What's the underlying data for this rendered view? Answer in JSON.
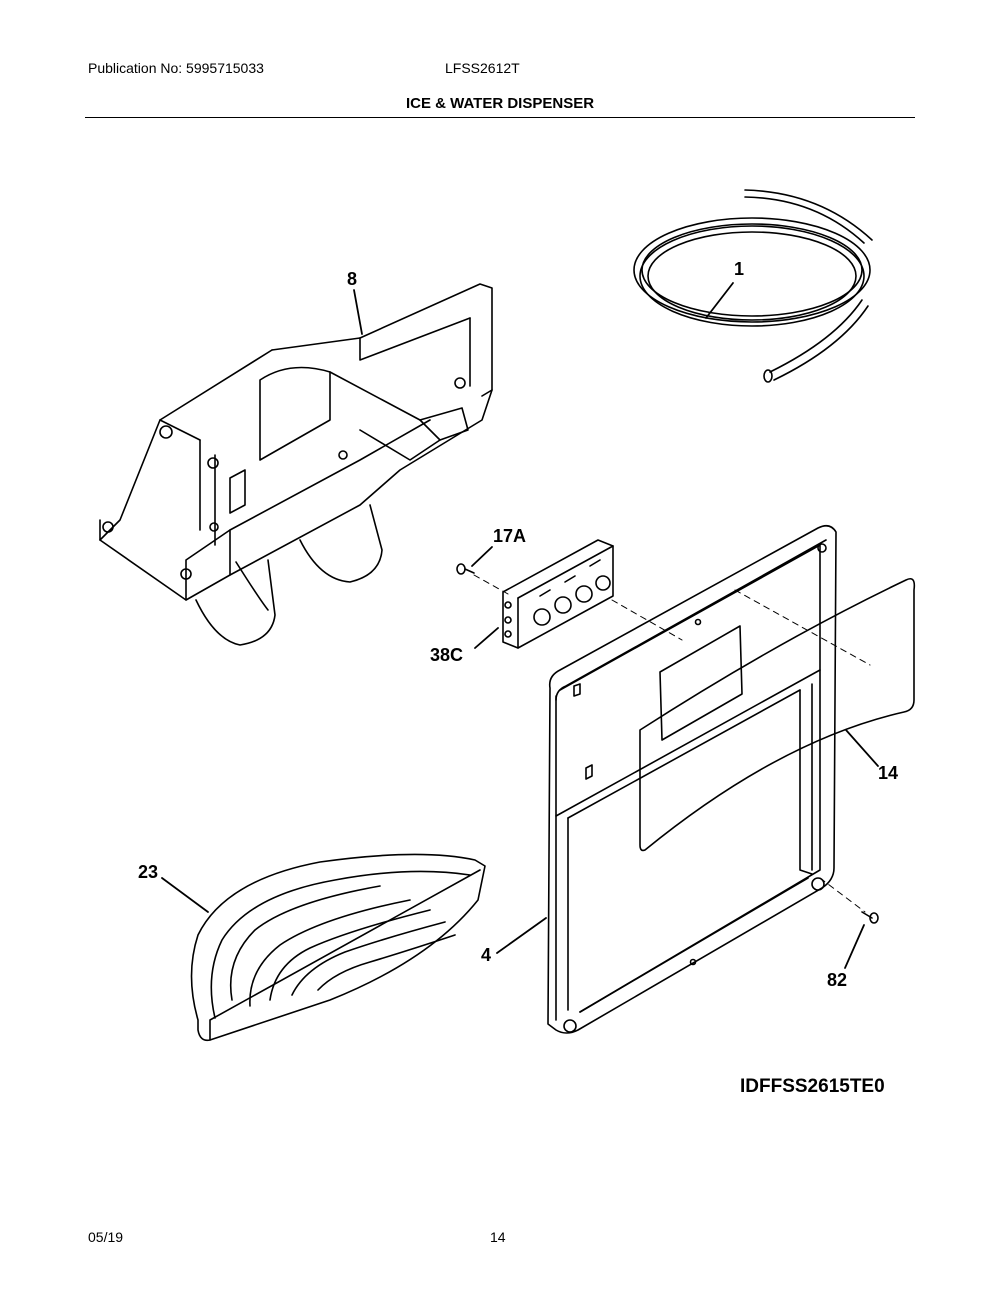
{
  "header": {
    "publication": "Publication No: 5995715033",
    "model": "LFSS2612T",
    "section_title": "ICE & WATER DISPENSER"
  },
  "callouts": {
    "tubing": "1",
    "housing": "8",
    "screw_top": "17A",
    "control_board": "38C",
    "cover_panel": "14",
    "drip_tray": "23",
    "frame": "4",
    "screw_bottom": "82"
  },
  "diagram_id": "IDFFSS2615TE0",
  "footer": {
    "date": "05/19",
    "page_number": "14"
  }
}
